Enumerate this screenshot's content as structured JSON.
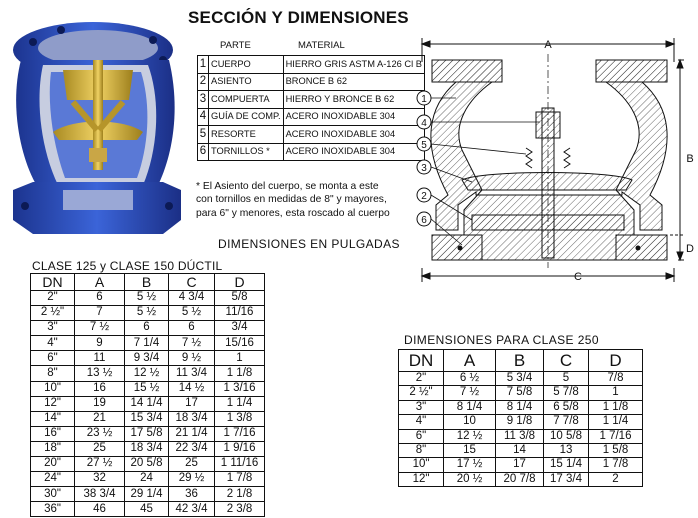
{
  "title": "SECCIÓN Y DIMENSIONES",
  "parts": {
    "header": {
      "part": "PARTE",
      "material": "MATERIAL"
    },
    "rows": [
      {
        "num": "1",
        "name": "CUERPO",
        "material": "HIERRO GRIS ASTM A-126 Cl B"
      },
      {
        "num": "2",
        "name": "ASIENTO",
        "material": "BRONCE B 62"
      },
      {
        "num": "3",
        "name": "COMPUERTA",
        "material": "HIERRO Y BRONCE B 62"
      },
      {
        "num": "4",
        "name": "GUÍA DE COMP.",
        "material": "ACERO INOXIDABLE 304"
      },
      {
        "num": "5",
        "name": "RESORTE",
        "material": "ACERO INOXIDABLE 304"
      },
      {
        "num": "6",
        "name": "TORNILLOS *",
        "material": "ACERO INOXIDABLE 304"
      }
    ]
  },
  "note": "* El Asiento del cuerpo, se monta a este\n  con tornillos en medidas de 8\" y mayores,\n  para 6\" y menores, esta roscado al cuerpo",
  "dimensions_title": "DIMENSIONES EN PULGADAS",
  "table_125": {
    "title": "CLASE 125 y CLASE 150 DÚCTIL",
    "headers": [
      "DN",
      "A",
      "B",
      "C",
      "D"
    ],
    "rows": [
      [
        "2\"",
        "6",
        "5 ½",
        "4 3/4",
        "5/8"
      ],
      [
        "2 ½\"",
        "7",
        "5 ½",
        "5 ½",
        "11/16"
      ],
      [
        "3\"",
        "7 ½",
        "6",
        "6",
        "3/4"
      ],
      [
        "4\"",
        "9",
        "7 1/4",
        "7 ½",
        "15/16"
      ],
      [
        "6\"",
        "11",
        "9 3/4",
        "9 ½",
        "1"
      ],
      [
        "8\"",
        "13 ½",
        "12 ½",
        "11 3/4",
        "1 1/8"
      ],
      [
        "10\"",
        "16",
        "15 ½",
        "14 ½",
        "1 3/16"
      ],
      [
        "12\"",
        "19",
        "14 1/4",
        "17",
        "1 1/4"
      ],
      [
        "14\"",
        "21",
        "15 3/4",
        "18 3/4",
        "1 3/8"
      ],
      [
        "16\"",
        "23 ½",
        "17 5/8",
        "21 1/4",
        "1 7/16"
      ],
      [
        "18\"",
        "25",
        "18 3/4",
        "22 3/4",
        "1 9/16"
      ],
      [
        "20\"",
        "27 ½",
        "20 5/8",
        "25",
        "1 11/16"
      ],
      [
        "24\"",
        "32",
        "24",
        "29 ½",
        "1 7/8"
      ],
      [
        "30\"",
        "38 3/4",
        "29 1/4",
        "36",
        "2 1/8"
      ],
      [
        "36\"",
        "46",
        "45",
        "42 3/4",
        "2 3/8"
      ]
    ]
  },
  "table_250": {
    "title": "DIMENSIONES PARA CLASE 250",
    "headers": [
      "DN",
      "A",
      "B",
      "C",
      "D"
    ],
    "rows": [
      [
        "2\"",
        "6 ½",
        "5 3/4",
        "5",
        "7/8"
      ],
      [
        "2 ½\"",
        "7 ½",
        "7 5/8",
        "5 7/8",
        "1"
      ],
      [
        "3\"",
        "8 1/4",
        "8 1/4",
        "6 5/8",
        "1 1/8"
      ],
      [
        "4\"",
        "10",
        "9 1/8",
        "7 7/8",
        "1 1/4"
      ],
      [
        "6\"",
        "12 ½",
        "11 3/8",
        "10 5/8",
        "1 7/16"
      ],
      [
        "8\"",
        "15",
        "14",
        "13",
        "1 5/8"
      ],
      [
        "10\"",
        "17 ½",
        "17",
        "15 1/4",
        "1 7/8"
      ],
      [
        "12\"",
        "20 ½",
        "20 7/8",
        "17 3/4",
        "2"
      ]
    ]
  },
  "drawing": {
    "dim_labels": {
      "a": "A",
      "b": "B",
      "c": "C",
      "d": "D"
    },
    "callouts": [
      "1",
      "4",
      "5",
      "3",
      "2",
      "6"
    ]
  },
  "colors": {
    "body_blue": "#2c4fc0",
    "bronze": "#d9b43a",
    "steel": "#bfc6d8"
  }
}
